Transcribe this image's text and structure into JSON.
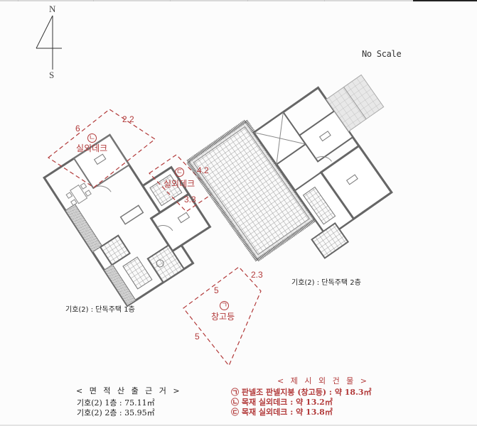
{
  "compass": {
    "north_label": "N",
    "south_label": "S",
    "icon": "north-arrow-icon"
  },
  "scale_note": "No Scale",
  "plans": {
    "floor1": {
      "caption": "기호(2) : 단독주택 1층"
    },
    "floor2": {
      "caption": "기호(2) : 단독주택 2층"
    }
  },
  "annotations": {
    "deck_l": {
      "marker": "ㄴ",
      "name": "실외데크",
      "dims": [
        "6",
        "2.2"
      ]
    },
    "deck_c": {
      "marker": "ㄷ",
      "name": "실외데크",
      "dims": [
        "4.2",
        "3.3"
      ]
    },
    "storage": {
      "marker": "ㄱ",
      "name": "창고등",
      "dims": [
        "2.3",
        "5",
        "5"
      ]
    },
    "color": "#b23a3a"
  },
  "area_basis": {
    "title": "< 면 적 산 출 근 거 >",
    "lines": [
      "기호(2) 1층 : 75.11㎡",
      "기호(2) 2층 : 35.95㎡"
    ]
  },
  "extra_buildings": {
    "title": "< 제 시 외 건 물 >",
    "lines": [
      "㉠ 판넬조 판넬지붕 (창고등) : 약 18.3㎡",
      "㉡ 목재 실외데크 : 약 13.2㎡",
      "㉢ 목재 실외데크 : 약 13.8㎡"
    ]
  }
}
